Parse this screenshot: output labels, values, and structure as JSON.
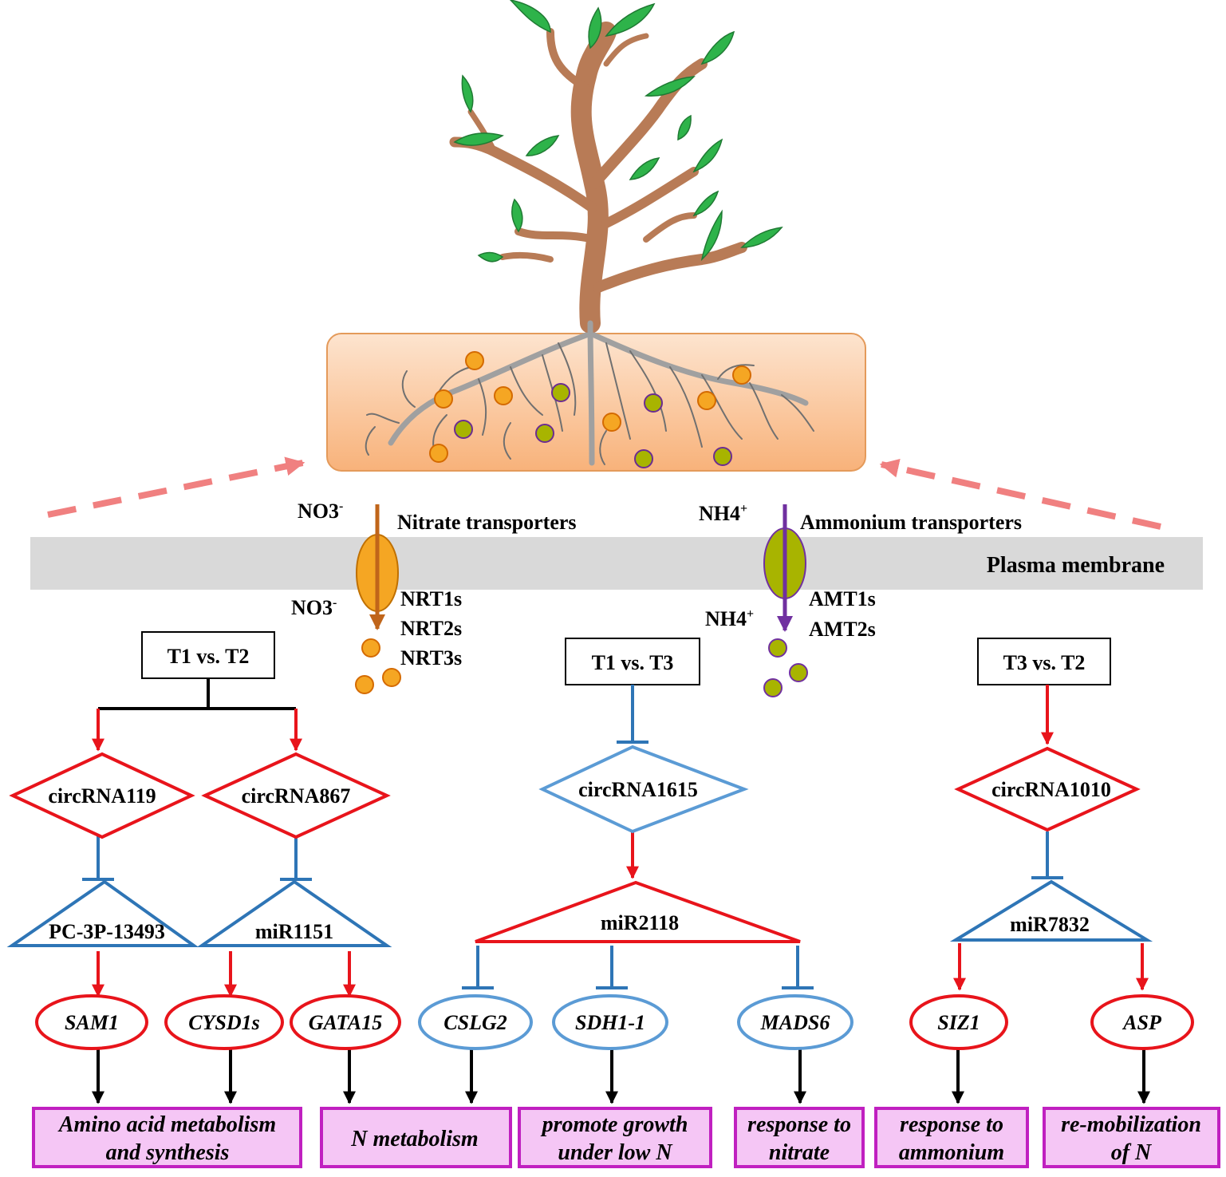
{
  "transport": {
    "no3_top": "NO3",
    "no3_top_sup": "-",
    "no3_bottom": "NO3",
    "no3_bottom_sup": "-",
    "nh4_top": "NH4",
    "nh4_top_sup": "+",
    "nh4_bottom": "NH4",
    "nh4_bottom_sup": "+",
    "nitrate_transporters": "Nitrate transporters",
    "ammonium_transporters": "Ammonium transporters",
    "plasma_membrane": "Plasma  membrane",
    "nrt": [
      "NRT1s",
      "NRT2s",
      "NRT3s"
    ],
    "amt": [
      "AMT1s",
      "AMT2s"
    ]
  },
  "comparisons": {
    "c1": "T1 vs. T2",
    "c2": "T1 vs. T3",
    "c3": "T3 vs. T2"
  },
  "circrnas": {
    "c119": "circRNA119",
    "c867": "circRNA867",
    "c1615": "circRNA1615",
    "c1010": "circRNA1010"
  },
  "mirnas": {
    "m13493": "PC-3P-13493",
    "m1151": "miR1151",
    "m2118": "miR2118",
    "m7832": "miR7832"
  },
  "genes": {
    "sam1": "SAM1",
    "cysd1s": "CYSD1s",
    "gata15": "GATA15",
    "cslg2": "CSLG2",
    "sdh11": "SDH1-1",
    "mads6": "MADS6",
    "siz1": "SIZ1",
    "asp": "ASP"
  },
  "functions": {
    "f1": [
      "Amino acid metabolism",
      "and synthesis"
    ],
    "f2": [
      "N metabolism"
    ],
    "f3": [
      "promote growth",
      "under low N"
    ],
    "f4": [
      "response to",
      "nitrate"
    ],
    "f5": [
      "response to",
      "ammonium"
    ],
    "f6": [
      "re-mobilization",
      "of N"
    ]
  },
  "colors": {
    "up": "#e8141b",
    "down": "#2e75b6",
    "light_down": "#5b9bd5",
    "function_fill": "#f5c6f5",
    "function_border": "#c020c0",
    "membrane": "#d9d9d9",
    "nitrate": "#f5a623",
    "ammonium": "#a8b400"
  }
}
